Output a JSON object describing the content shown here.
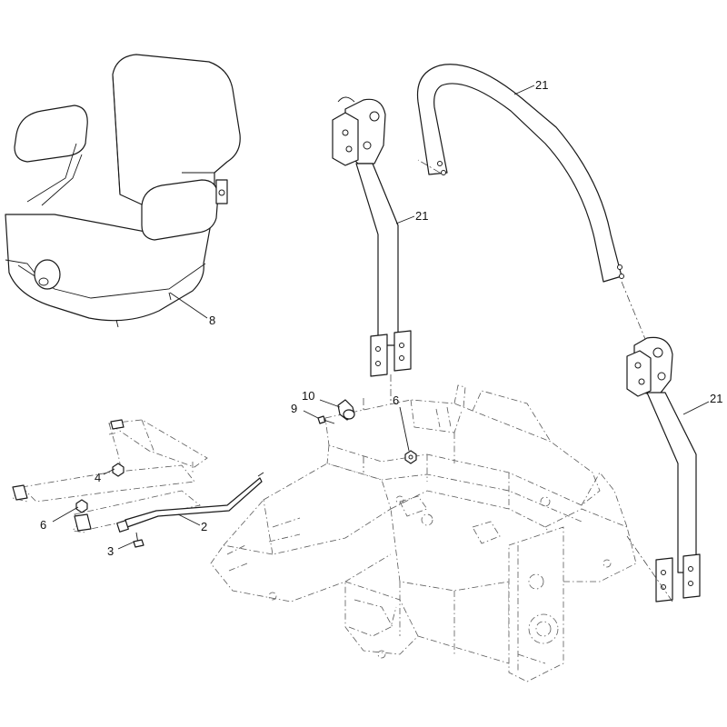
{
  "callouts": {
    "seat": "8",
    "rops_top": "21",
    "rops_left": "21",
    "rops_right": "21",
    "pin": "10",
    "pin_screw": "9",
    "frame_nut": "6",
    "slide_nut": "4",
    "slide_nut_left": "6",
    "rod": "2",
    "rod_screw": "3"
  }
}
